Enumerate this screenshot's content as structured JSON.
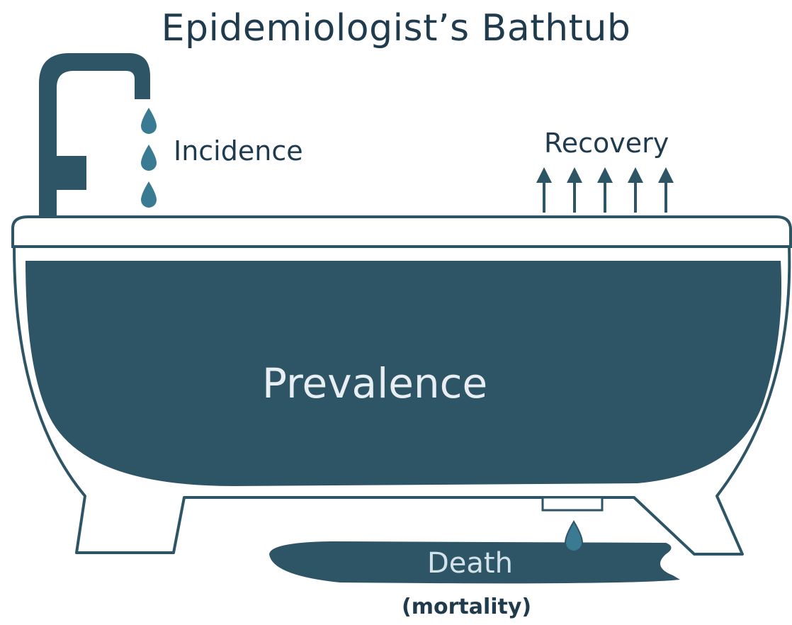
{
  "diagram": {
    "title": "Epidemiologist’s Bathtub",
    "labels": {
      "incidence": "Incidence",
      "recovery": "Recovery",
      "prevalence": "Prevalence",
      "death": "Death",
      "mortality": "(mortality)"
    },
    "colors": {
      "water": "#2e5566",
      "outline": "#2e5566",
      "drop": "#3a7a92",
      "text": "#1f3b4d"
    },
    "icons": {
      "faucet": "faucet-icon",
      "drop": "water-drop-icon",
      "arrow": "arrow-up-icon"
    }
  }
}
